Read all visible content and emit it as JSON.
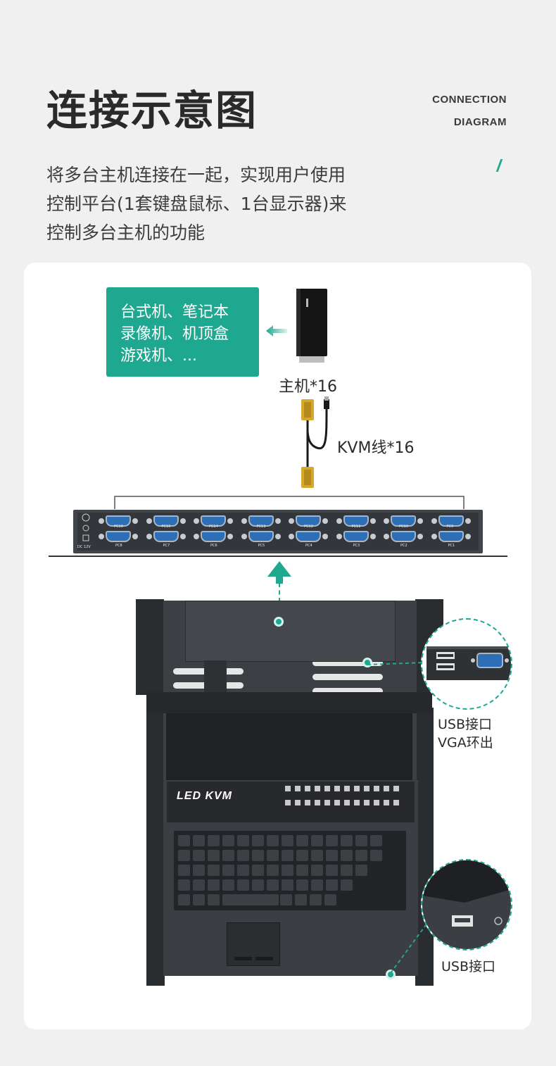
{
  "header": {
    "title": "连接示意图",
    "eng_line1": "CONNECTION",
    "eng_line2": "DIAGRAM",
    "desc_line1": "将多台主机连接在一起，实现用户使用",
    "desc_line2": "控制平台(1套键盘鼠标、1台显示器)来",
    "desc_line3": "控制多台主机的功能"
  },
  "devices": {
    "line1": "台式机、笔记本",
    "line2": "录像机、机顶盒",
    "line3": "游戏机、..."
  },
  "host_label": "主机*16",
  "cable_label": "KVM线*16",
  "ports": {
    "top": [
      "PC16",
      "PC15",
      "PC14",
      "PC13",
      "PC12",
      "PC11",
      "PC10",
      "PC9"
    ],
    "bottom": [
      "PC8",
      "PC7",
      "PC6",
      "PC5",
      "PC4",
      "PC3",
      "PC2",
      "PC1"
    ],
    "power_label": "DC 12V"
  },
  "kvm_brand": "LED  KVM",
  "callouts": {
    "rear_line1": "USB接口",
    "rear_line2": "VGA环出",
    "front": "USB接口"
  },
  "colors": {
    "accent": "#1fa890",
    "vga_port": "#2c6fb7",
    "vga_connector": "#d6a72c"
  }
}
